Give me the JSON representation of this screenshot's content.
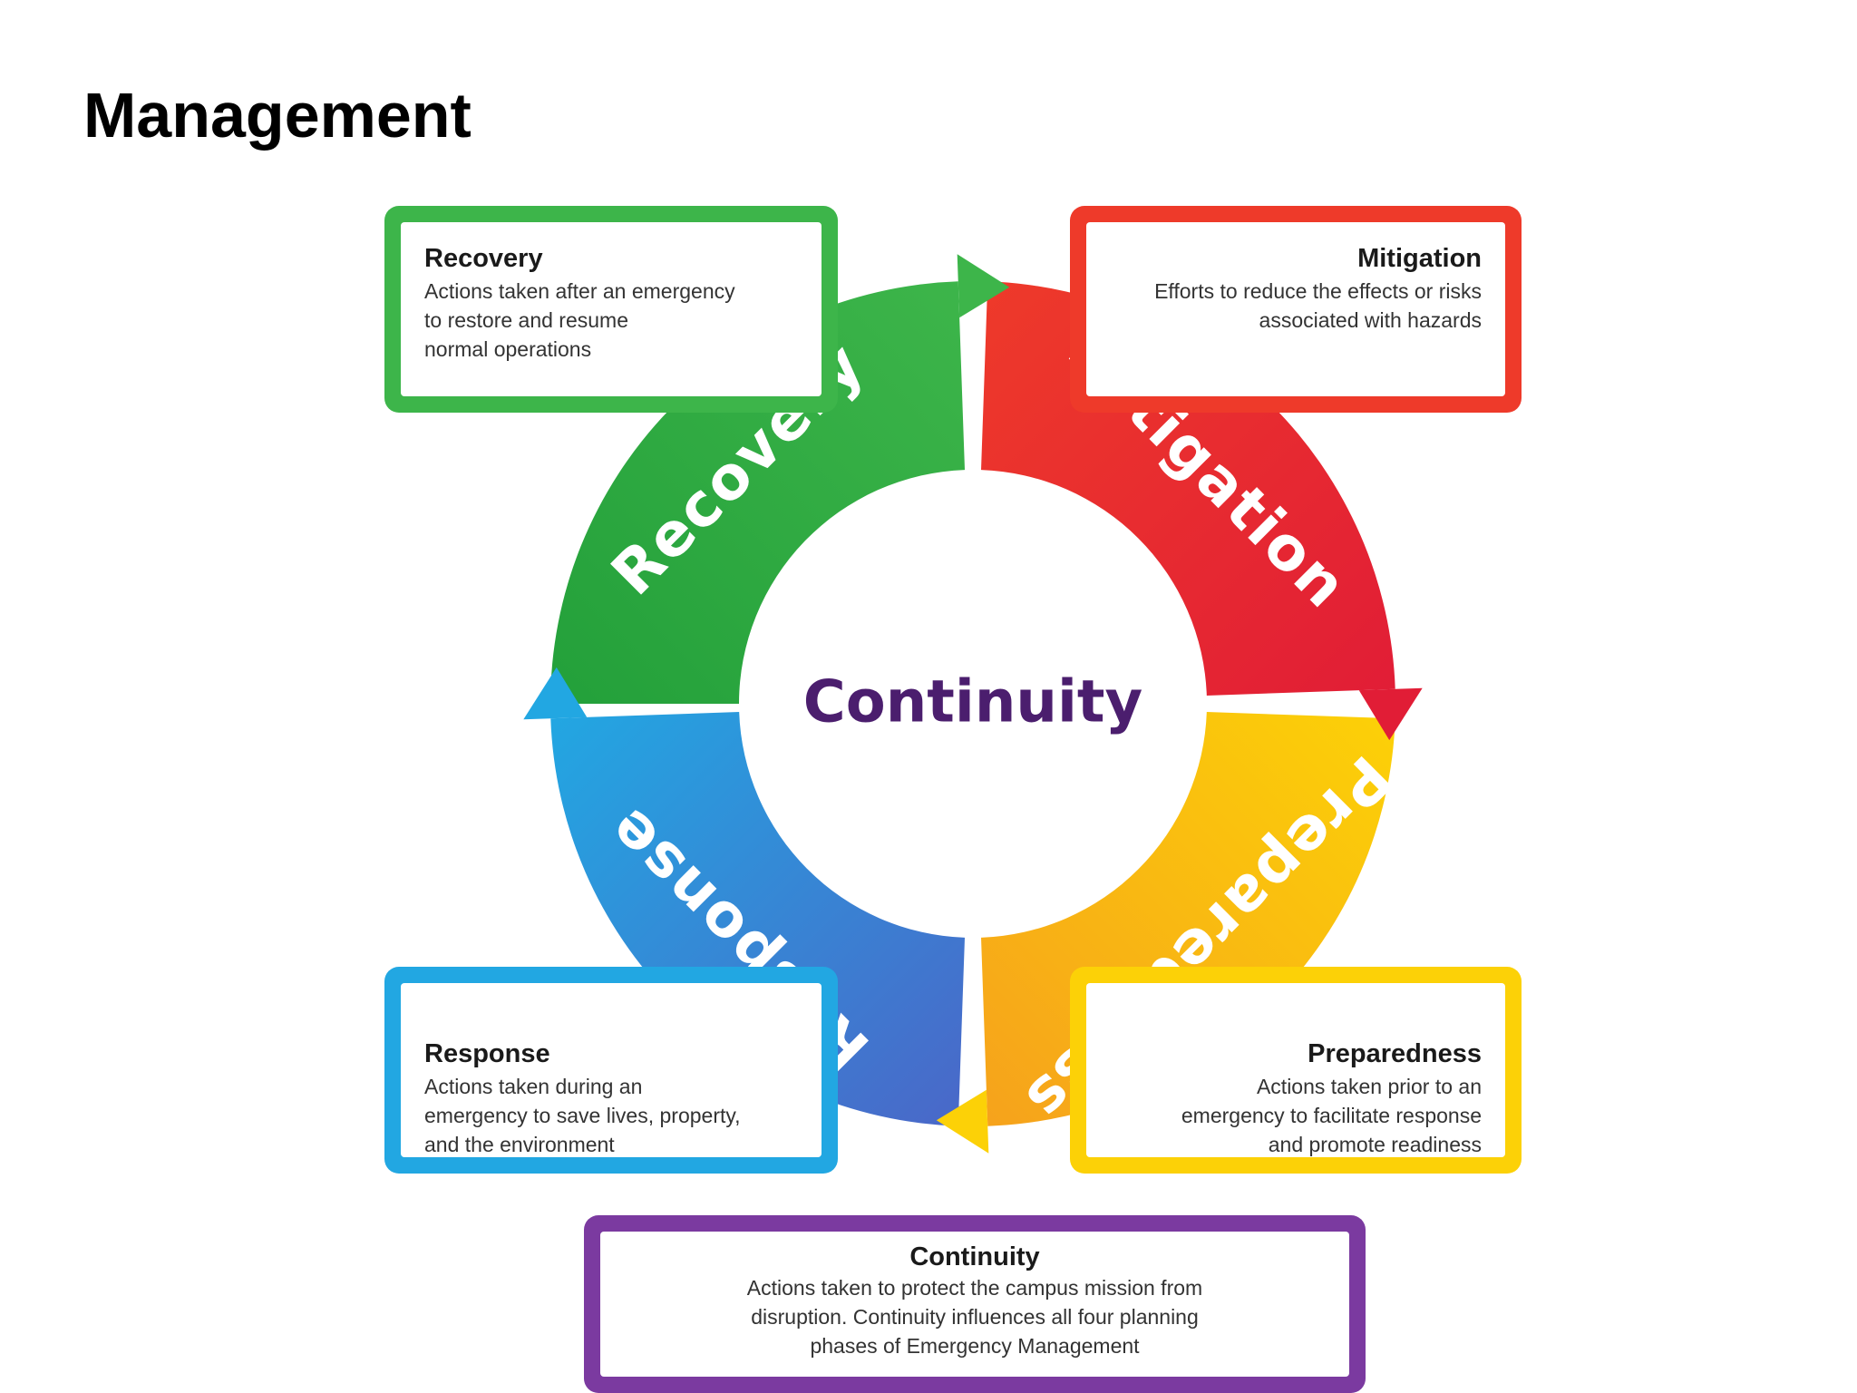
{
  "slide": {
    "title": "Management"
  },
  "center_label": "Continuity",
  "phases": [
    {
      "id": "recovery",
      "arc_label": "Recovery",
      "box_title": "Recovery",
      "box_text": "Actions taken after an emergency\nto restore and resume\nnormal operations",
      "color": "#3db54a",
      "color_dark": "#23a03a"
    },
    {
      "id": "mitigation",
      "arc_label": "Mitigation",
      "box_title": "Mitigation",
      "box_text": "Efforts to reduce the effects or risks\nassociated with hazards",
      "color": "#ee3a2a",
      "color_dark": "#e11d36"
    },
    {
      "id": "preparedness",
      "arc_label": "Preparedness",
      "box_title": "Preparedness",
      "box_text": "Actions taken prior to an\nemergency to facilitate response\nand promote readiness",
      "color": "#fcd107",
      "color_dark": "#f6a21c"
    },
    {
      "id": "response",
      "arc_label": "Response",
      "box_title": "Response",
      "box_text": "Actions taken during an\nemergency to save lives, property,\nand the environment",
      "color": "#22a7e2",
      "color_dark": "#4a67c8"
    }
  ],
  "continuity_box": {
    "title": "Continuity",
    "text": "Actions taken to protect the campus mission from\ndisruption. Continuity influences all four planning\nphases of Emergency Management",
    "color": "#7b3aa0"
  },
  "center_label_color": "#4b1e6e"
}
